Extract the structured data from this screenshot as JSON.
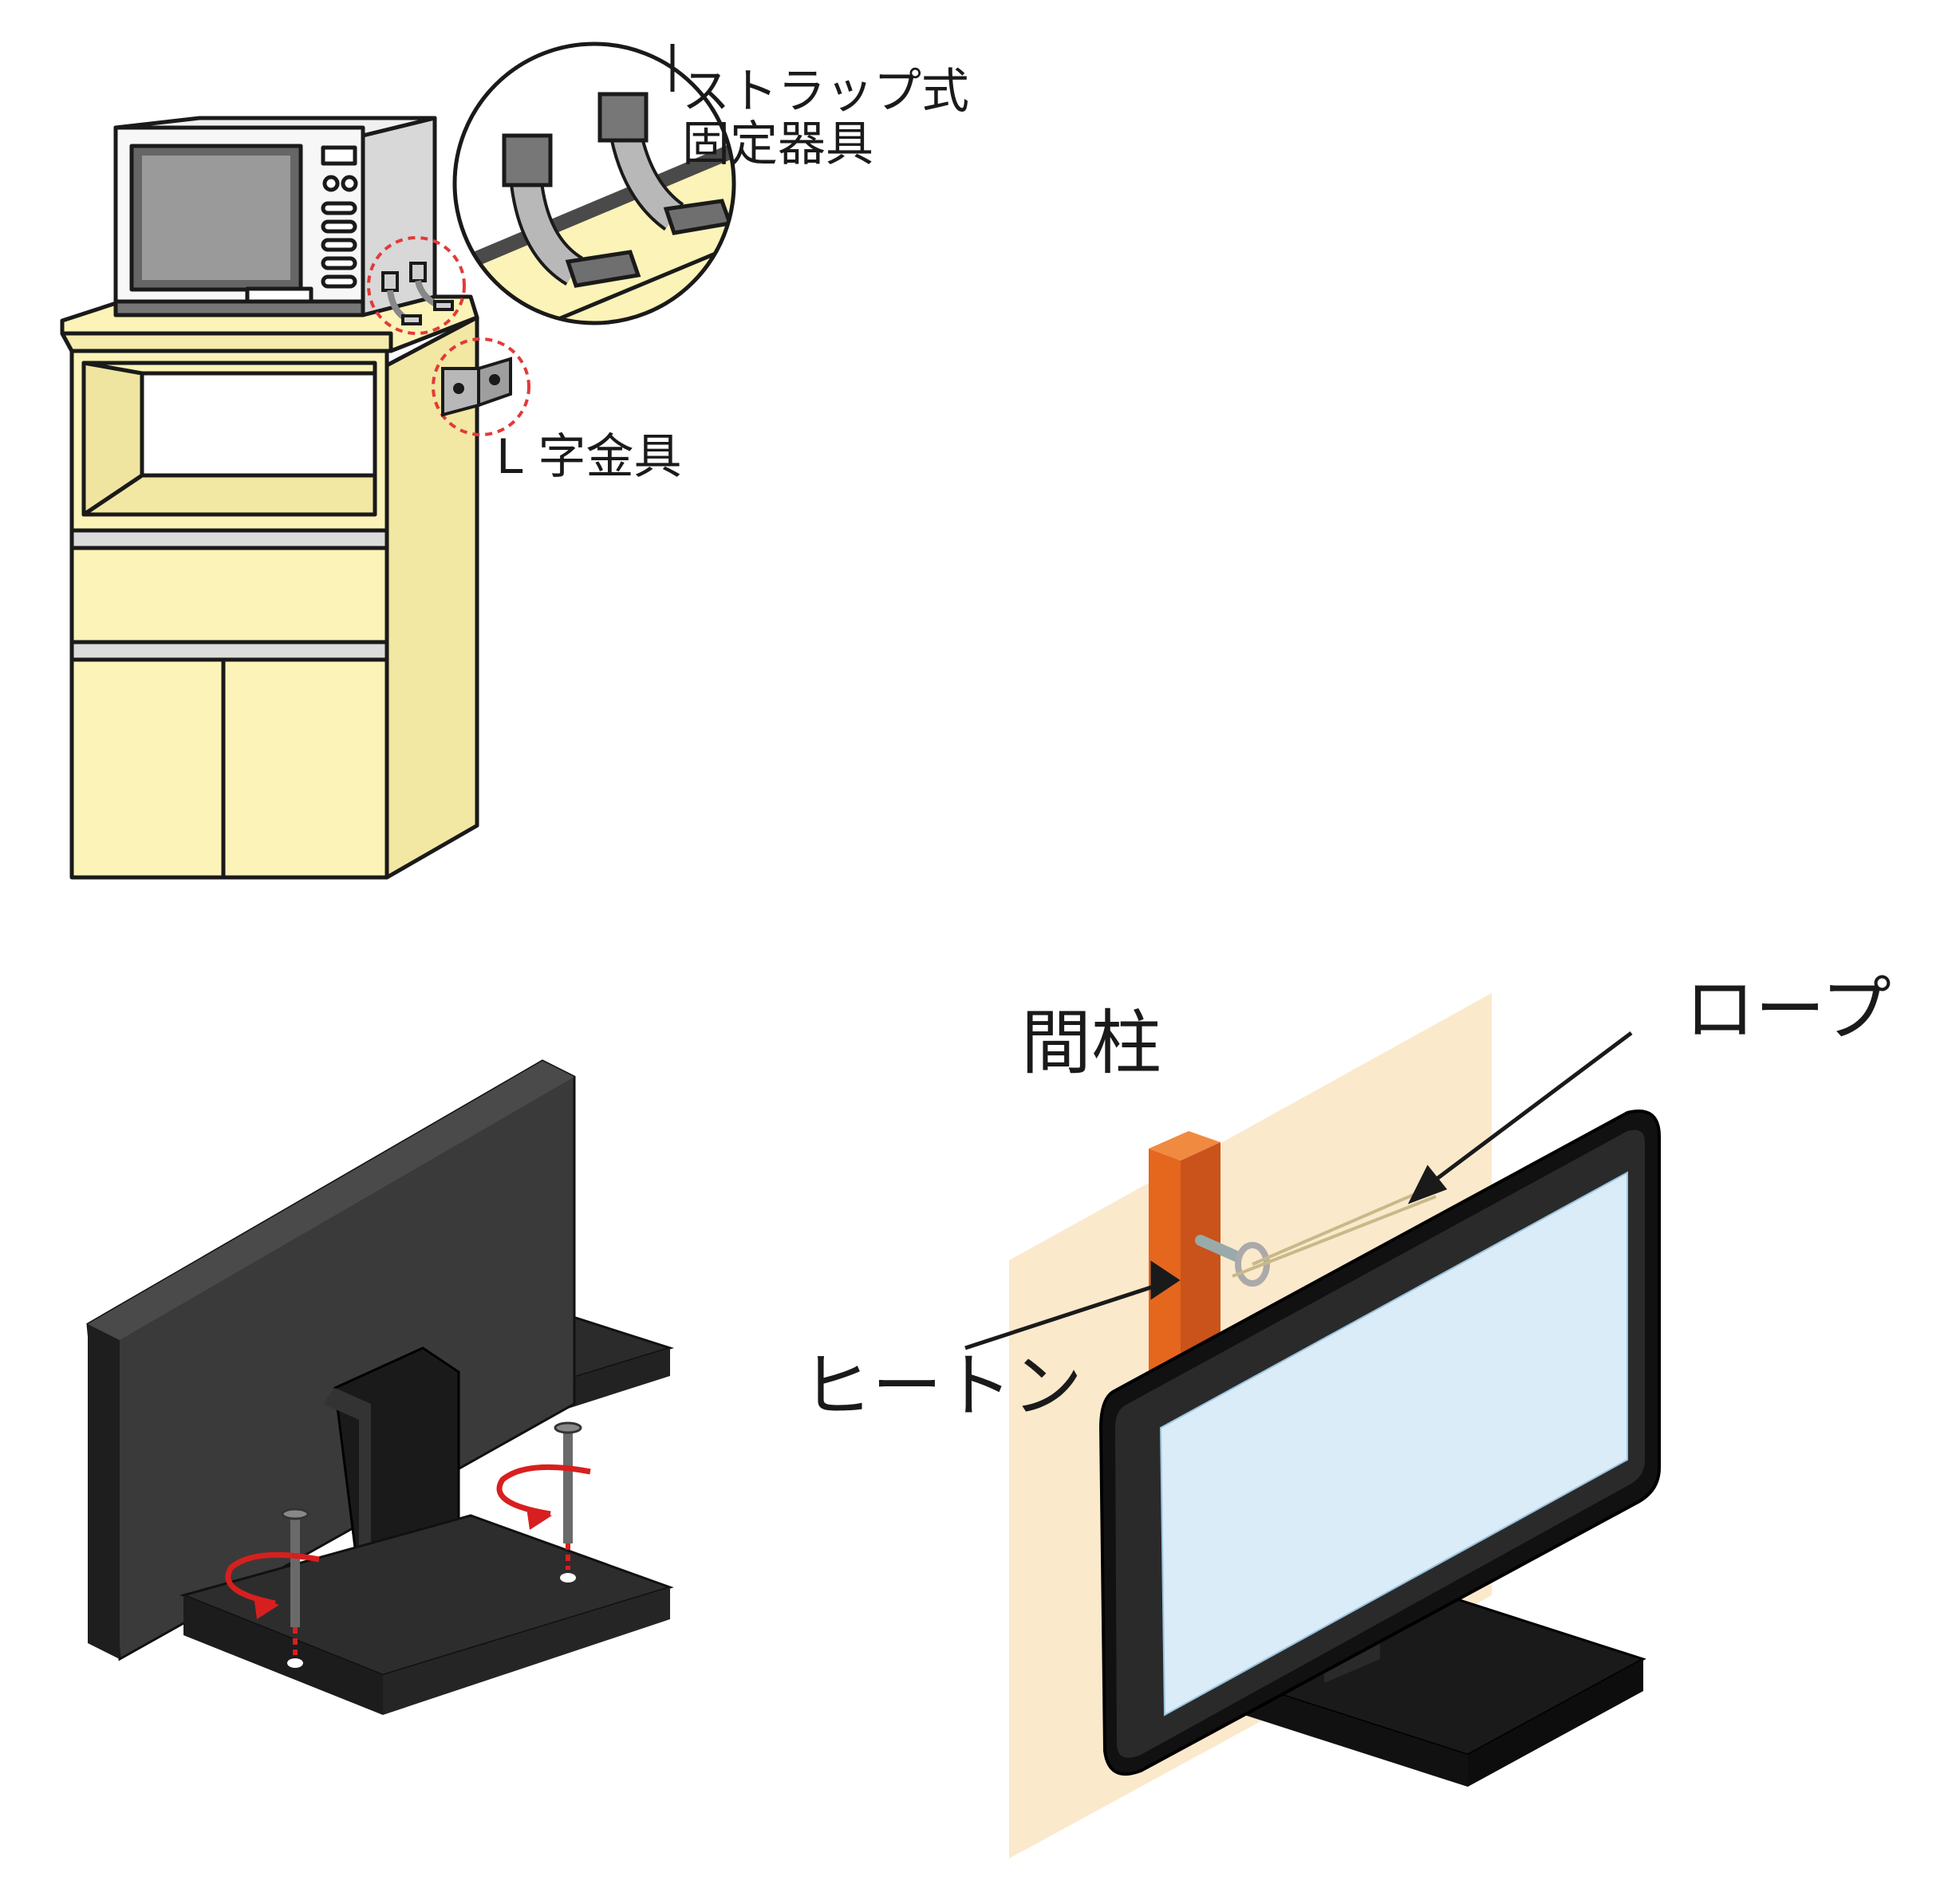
{
  "labels": {
    "strap_line1": "ストラップ式",
    "strap_line2": "固定器具",
    "l_bracket": "L 字金具",
    "pillar": "間柱",
    "rope": "ロープ",
    "eyebolt": "ヒートン"
  },
  "icons": {
    "cabinet": "cabinet-with-microwave",
    "strap_fixture": "strap-fixture-closeup",
    "l_bracket": "l-bracket-icon",
    "tv_screwed": "tv-stand-screwed",
    "tv_roped": "tv-roped-to-pillar"
  },
  "colors": {
    "cabinet": "#fbf3b7",
    "highlight_circle": "#e23a3a",
    "wall": "#fbe9cc",
    "pillar": "#e5661d",
    "screen": "#d9ecf8",
    "tv_dark": "#2a2a2a",
    "screw_arrow": "#d81f1f"
  }
}
